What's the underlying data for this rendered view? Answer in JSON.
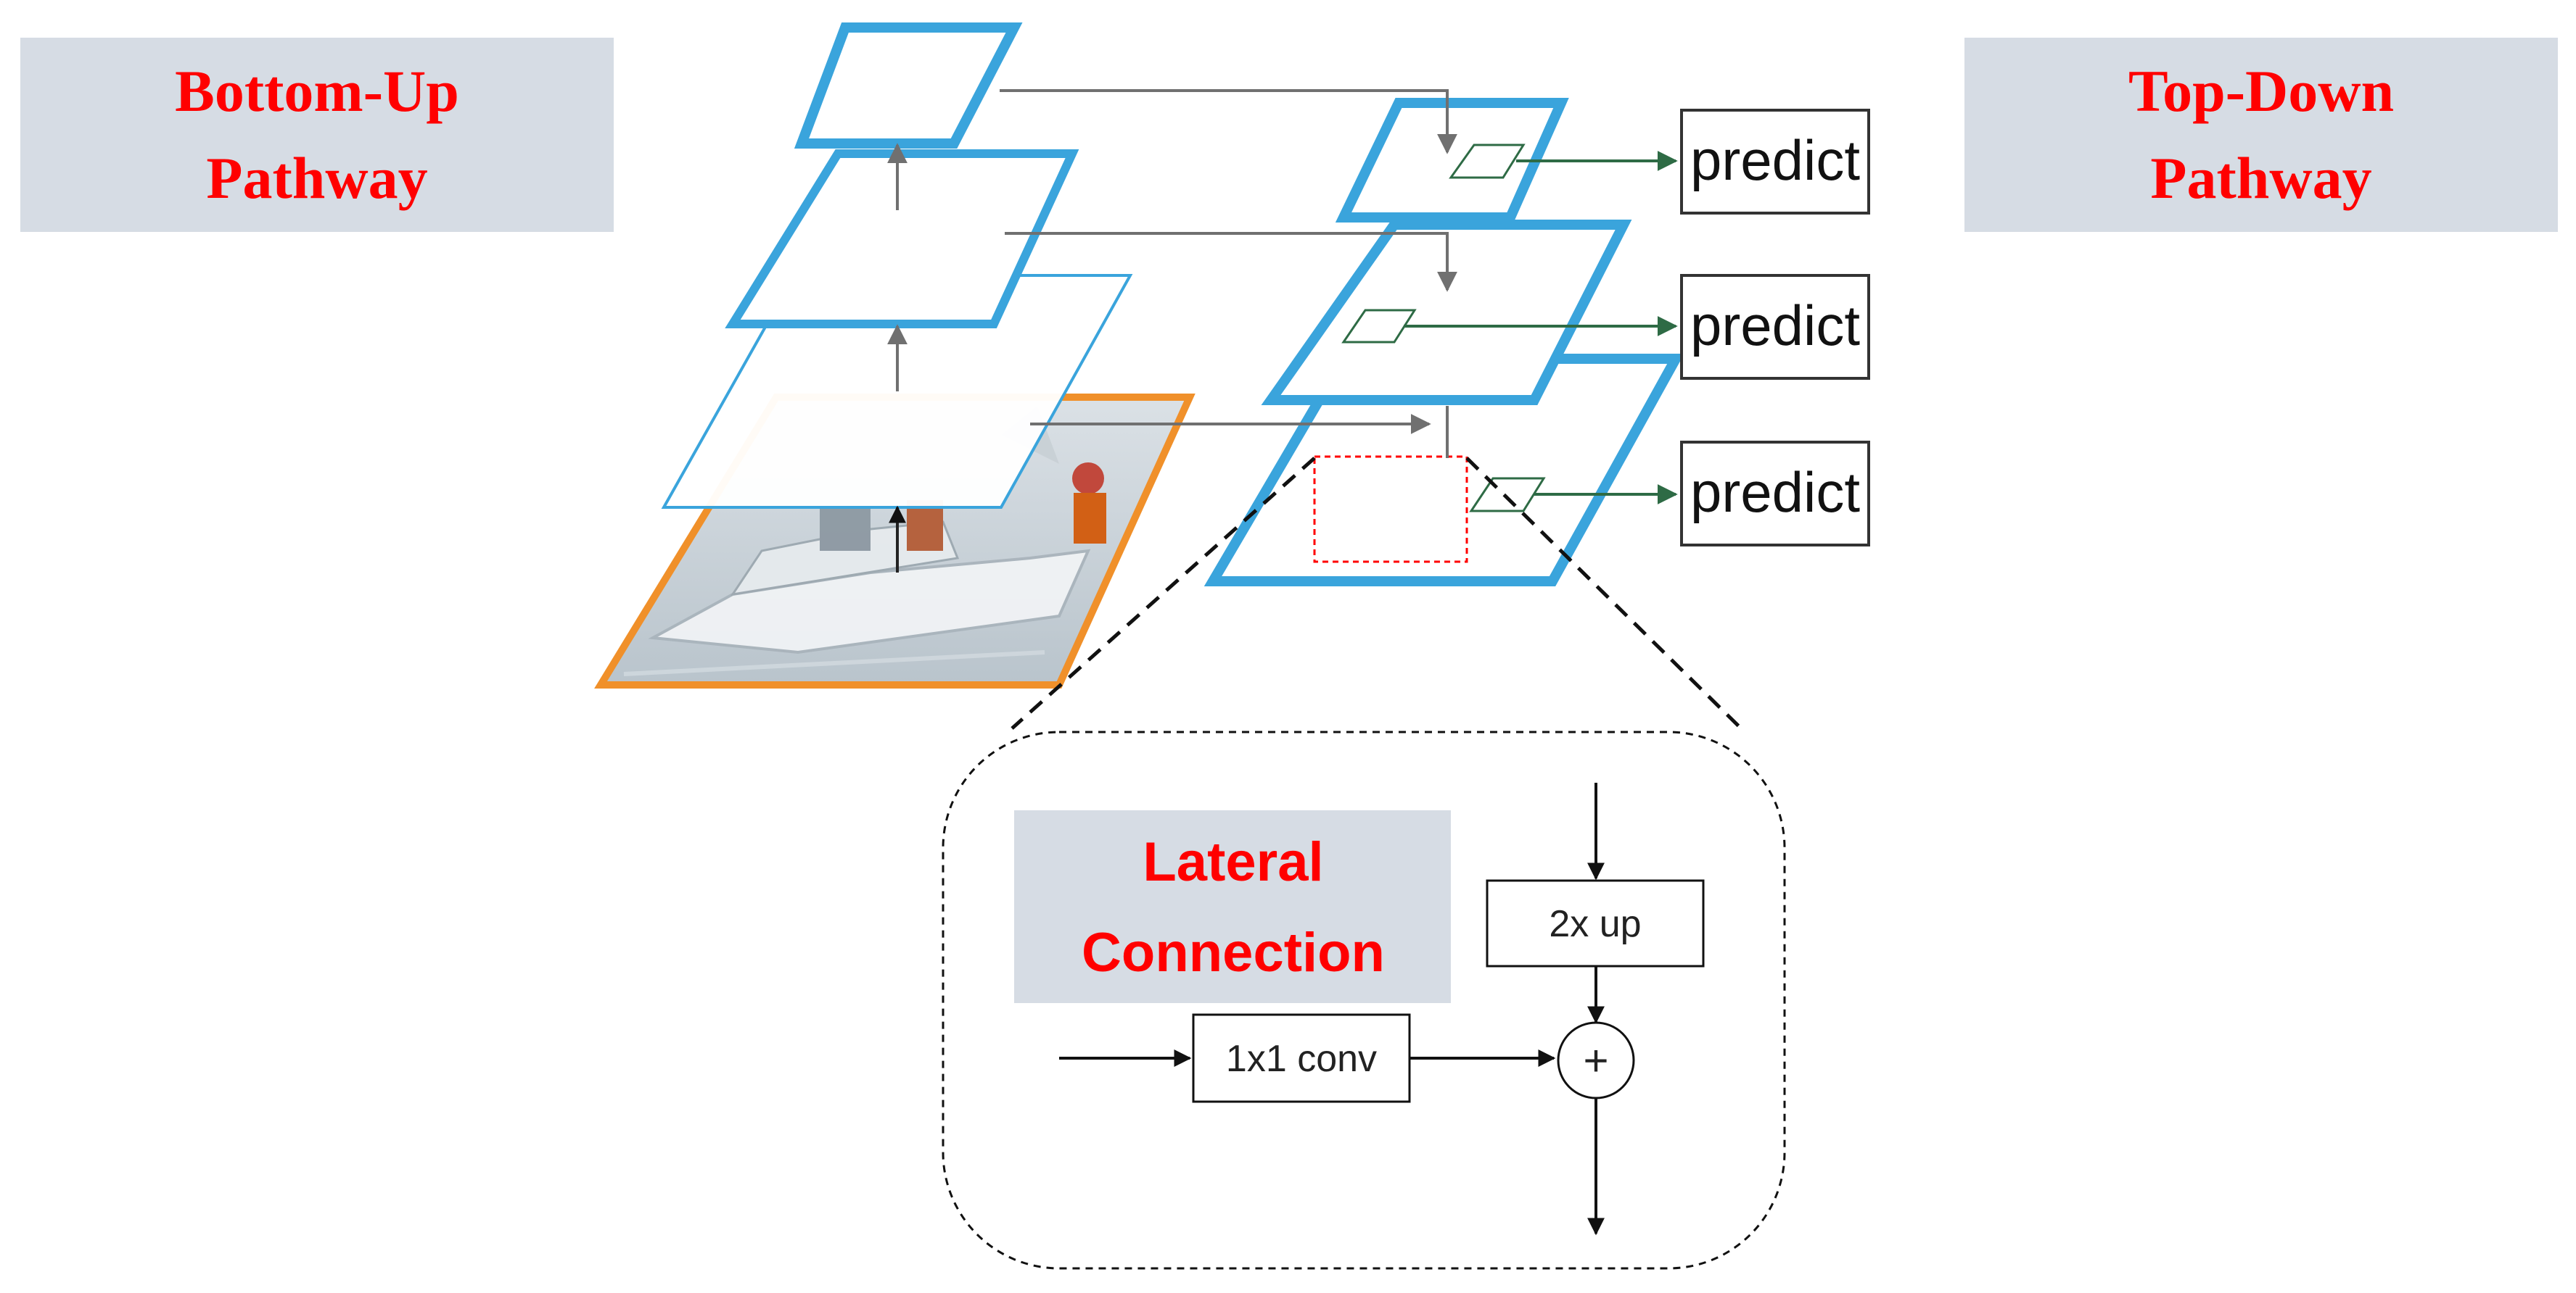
{
  "labels": {
    "bottom_up": [
      "Bottom-Up",
      "Pathway"
    ],
    "top_down": [
      "Top-Down",
      "Pathway"
    ],
    "lateral": [
      "Lateral",
      "Connection"
    ]
  },
  "predict_boxes": [
    "predict",
    "predict",
    "predict"
  ],
  "inset": {
    "upsample_label": "2x up",
    "conv_label": "1x1 conv",
    "sum_symbol": "+"
  },
  "colors": {
    "title_red": "#ff0000",
    "label_bg": "#d6dce4",
    "pyramid_blue": "#3aa4dc",
    "image_orange": "#f0902a",
    "predict_arrow": "#2e6b45",
    "arrow_gray": "#707070",
    "dashed_red": "#ff0000"
  },
  "icons": {
    "image_layer": "boat-photo-icon"
  }
}
